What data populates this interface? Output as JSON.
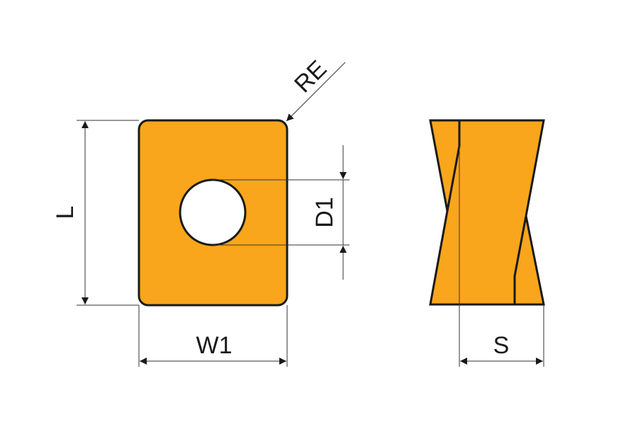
{
  "labels": {
    "length": "L",
    "width": "W1",
    "hole_diameter": "D1",
    "corner_radius": "RE",
    "thickness": "S"
  },
  "colors": {
    "insert_fill": "#F9A61C",
    "outline": "#1a1a1a",
    "dimension_line": "#333333"
  }
}
